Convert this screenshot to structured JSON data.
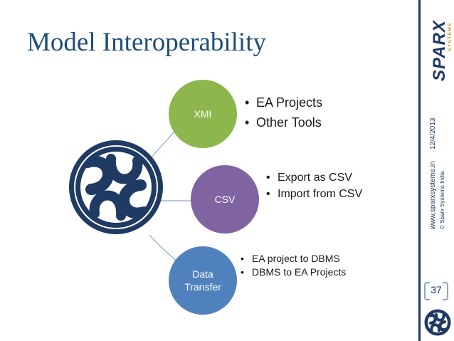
{
  "slide": {
    "title": "Model Interoperability",
    "date": "12/4/2013",
    "website": "www.sparxsystems.in",
    "copyright": "© Sparx Systems India",
    "page_number": "37",
    "brand_logo_text": "SPARX SYSTEMS"
  },
  "nodes": [
    {
      "label": "XMI",
      "color": "#8db64c",
      "bullets": [
        "EA Projects",
        "Other Tools"
      ]
    },
    {
      "label": "CSV",
      "color": "#8064a2",
      "bullets": [
        "Export as CSV",
        "Import from CSV"
      ]
    },
    {
      "label": "Data Transfer",
      "color": "#4f81bd",
      "bullets": [
        "EA project to DBMS",
        "DBMS to EA Projects"
      ]
    }
  ],
  "colors": {
    "title": "#1f4e79",
    "logo": "#1f3a63",
    "connector": "#8aa7c8"
  }
}
